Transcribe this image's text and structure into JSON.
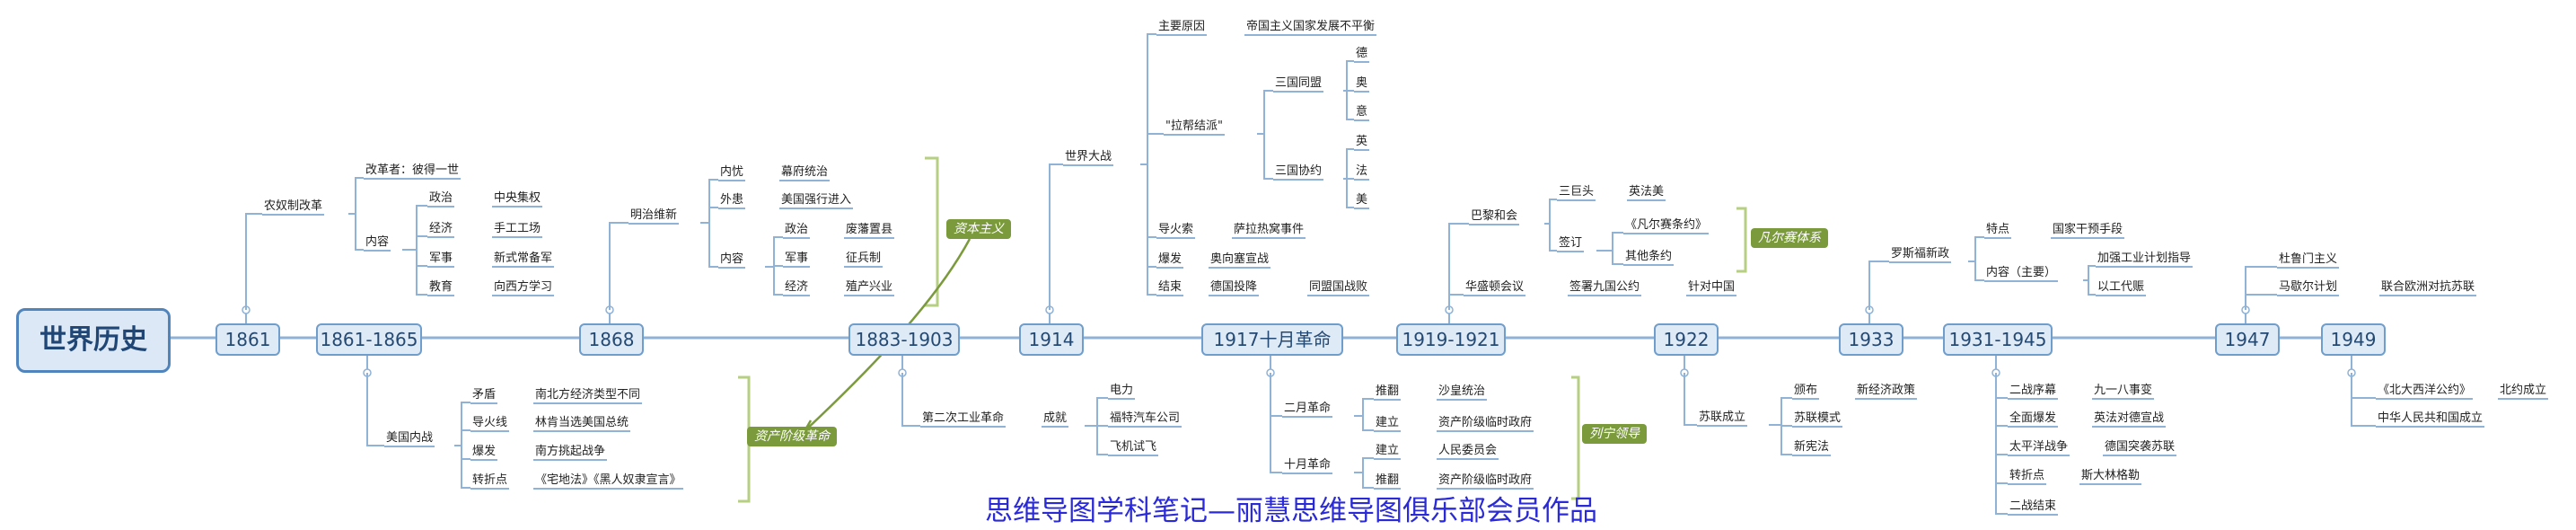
{
  "root": "世界历史",
  "timeline": [
    "1861",
    "1861-1865",
    "1868",
    "1883-1903",
    "1914",
    "1917十月革命",
    "1919-1921",
    "1922",
    "1933",
    "1931-1945",
    "1947",
    "1949"
  ],
  "branch_1861": {
    "main": "农奴制改革",
    "reformer": "改革者：彼得一世",
    "content": "内容",
    "items": [
      [
        "政治",
        "中央集权"
      ],
      [
        "经济",
        "手工工场"
      ],
      [
        "军事",
        "新式常备军"
      ],
      [
        "教育",
        "向西方学习"
      ]
    ]
  },
  "branch_1861_1865": {
    "main": "美国内战",
    "items": [
      [
        "矛盾",
        "南北方经济类型不同"
      ],
      [
        "导火线",
        "林肯当选美国总统"
      ],
      [
        "爆发",
        "南方挑起战争"
      ],
      [
        "转折点",
        "《宅地法》《黑人奴隶宣言》"
      ]
    ]
  },
  "branch_1868": {
    "main": "明治维新",
    "internal": [
      "内忧",
      "幕府统治"
    ],
    "external": [
      "外患",
      "美国强行进入"
    ],
    "content": "内容",
    "items": [
      [
        "政治",
        "废藩置县"
      ],
      [
        "军事",
        "征兵制"
      ],
      [
        "经济",
        "殖产兴业"
      ]
    ]
  },
  "branch_1883": {
    "main": "第二次工业革命",
    "achievement": "成就",
    "items": [
      "电力",
      "福特汽车公司",
      "飞机试飞"
    ]
  },
  "branch_1914": {
    "main": "世界大战",
    "reason": [
      "主要原因",
      "帝国主义国家发展不平衡"
    ],
    "factions": "\"拉帮结派\"",
    "alliance": "三国同盟",
    "alliance_members": [
      "德",
      "奥",
      "意"
    ],
    "entente": "三国协约",
    "entente_members": [
      "英",
      "法",
      "美"
    ],
    "trigger": [
      "导火索",
      "萨拉热窝事件"
    ],
    "outbreak": [
      "爆发",
      "奥向塞宣战"
    ],
    "end": [
      "结束",
      "德国投降",
      "同盟国战败"
    ]
  },
  "branch_1917": {
    "feb": "二月革命",
    "feb_items": [
      [
        "推翻",
        "沙皇统治"
      ],
      [
        "建立",
        "资产阶级临时政府"
      ]
    ],
    "oct": "十月革命",
    "oct_items": [
      [
        "建立",
        "人民委员会"
      ],
      [
        "推翻",
        "资产阶级临时政府"
      ]
    ]
  },
  "branch_1919": {
    "paris": "巴黎和会",
    "big3": [
      "三巨头",
      "英法美"
    ],
    "signed": "签订",
    "treaties": [
      "《凡尔赛条约》",
      "其他条约"
    ],
    "washington": [
      "华盛顿会议",
      "签署九国公约",
      "针对中国"
    ]
  },
  "branch_1922": {
    "main": "苏联成立",
    "items": [
      [
        "颁布",
        "新经济政策"
      ],
      [
        "苏联模式",
        ""
      ],
      [
        "新宪法",
        ""
      ]
    ]
  },
  "branch_1933": {
    "main": "罗斯福新政",
    "feature": [
      "特点",
      "国家干预手段"
    ],
    "content": "内容（主要）",
    "content_items": [
      "加强工业计划指导",
      "以工代赈"
    ]
  },
  "branch_1931": {
    "items": [
      [
        "二战序幕",
        "九一八事变"
      ],
      [
        "全面爆发",
        "英法对德宣战"
      ],
      [
        "太平洋战争",
        "德国突袭苏联"
      ],
      [
        "转折点",
        "斯大林格勒"
      ],
      [
        "二战结束",
        ""
      ]
    ]
  },
  "branch_1947": {
    "items": [
      "杜鲁门主义",
      "马歇尔计划",
      "联合欧洲对抗苏联"
    ]
  },
  "branch_1949": {
    "items": [
      "《北大西洋公约》",
      "北约成立",
      "中华人民共和国成立"
    ]
  },
  "tags": {
    "capitalism": "资本主义",
    "bourgeois": "资产阶级革命",
    "versailles": "凡尔赛体系",
    "lenin": "列宁领导"
  },
  "footer": "思维导图学科笔记—丽慧思维导图俱乐部会员作品",
  "colors": {
    "line": "#8fb2d6",
    "box_border": "#6f9dcc",
    "box_fill": "#dfeaf7",
    "tag": "#7a9a3c",
    "bracket": "#b7cf82",
    "footer": "#2a2ad8"
  }
}
